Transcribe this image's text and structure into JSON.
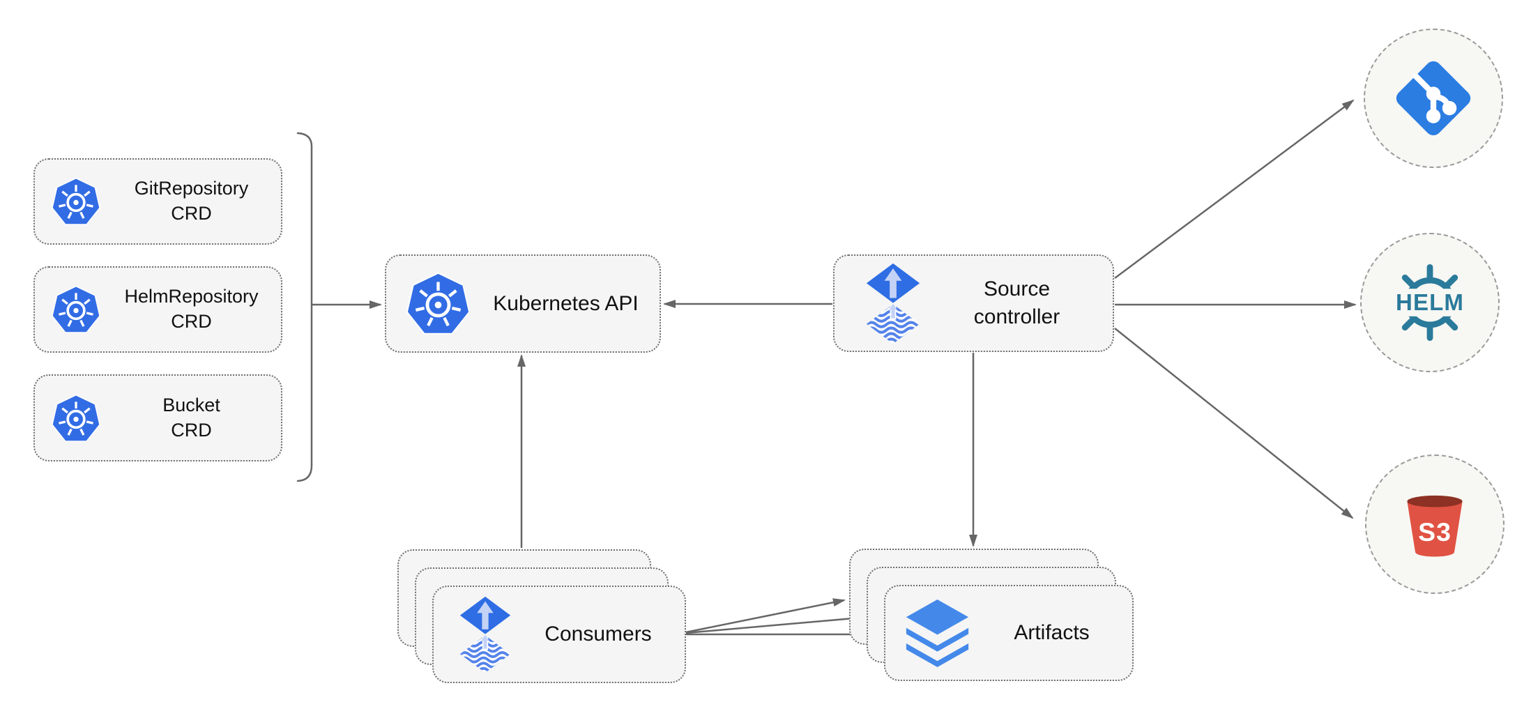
{
  "nodes": {
    "git_repository_crd": {
      "label": "GitRepository",
      "sublabel": "CRD"
    },
    "helm_repository_crd": {
      "label": "HelmRepository",
      "sublabel": "CRD"
    },
    "bucket_crd": {
      "label": "Bucket",
      "sublabel": "CRD"
    },
    "kubernetes_api": {
      "label": "Kubernetes API"
    },
    "source_controller": {
      "label": "Source controller"
    },
    "consumers": {
      "label": "Consumers"
    },
    "artifacts": {
      "label": "Artifacts"
    },
    "helm": {
      "label": "HELM"
    },
    "s3": {
      "label": "S3"
    }
  },
  "edges": [
    {
      "from": "crd-bracket",
      "to": "kubernetes-api"
    },
    {
      "from": "source-controller",
      "to": "kubernetes-api"
    },
    {
      "from": "consumers",
      "to": "kubernetes-api"
    },
    {
      "from": "source-controller",
      "to": "git-endpoint"
    },
    {
      "from": "source-controller",
      "to": "helm-endpoint"
    },
    {
      "from": "source-controller",
      "to": "s3-endpoint"
    },
    {
      "from": "source-controller",
      "to": "artifacts"
    },
    {
      "from": "consumers",
      "to": "artifacts-back"
    },
    {
      "from": "consumers",
      "to": "artifacts-middle"
    },
    {
      "from": "consumers",
      "to": "artifacts-front"
    }
  ],
  "colors": {
    "kubernetes_blue": "#326CE5",
    "flux_blue": "#2E6DE4",
    "flux_arrow_light": "#C3D2F5",
    "flux_wave_blue": "#5583EA",
    "git_blue": "#2B7DE2",
    "helm_teal": "#2A7A9B",
    "s3_red": "#E05243",
    "s3_dark": "#8C3123",
    "layers_blue": "#4489EA",
    "edge_gray": "#666666",
    "node_fill": "#F5F5F5",
    "node_border": "#6E6E6E",
    "circle_fill": "#F7F7F3",
    "circle_border": "#9A9A9A",
    "text_color": "#111111",
    "background": "#FFFFFF"
  }
}
